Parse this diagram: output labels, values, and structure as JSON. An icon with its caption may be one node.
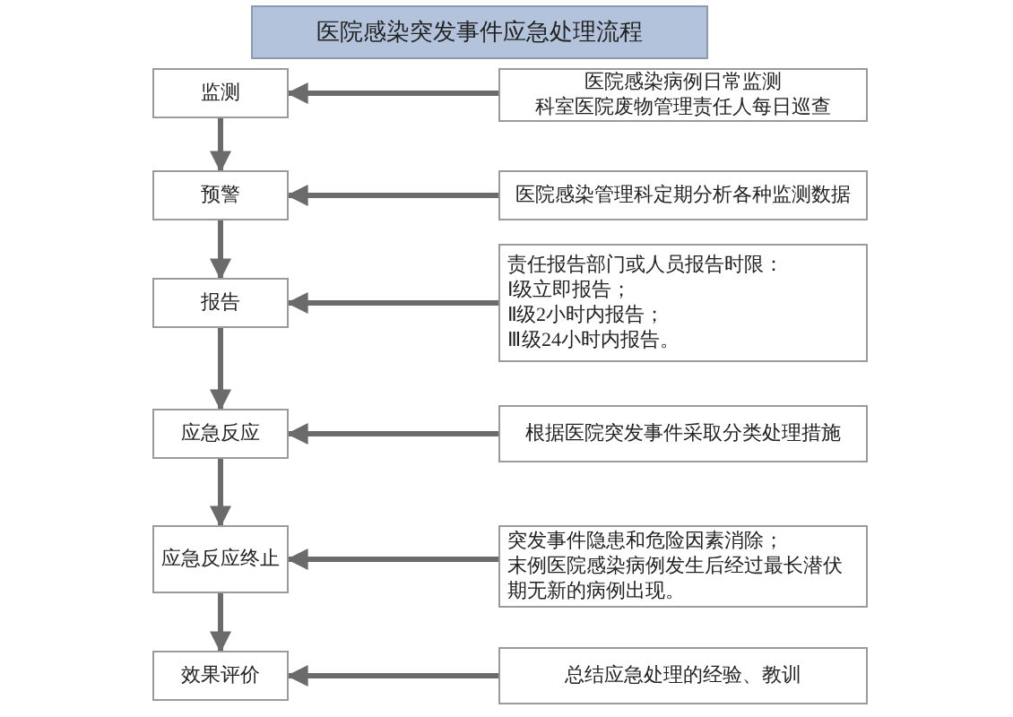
{
  "diagram": {
    "title": "医院感染突发事件应急处理流程",
    "nodes": [
      {
        "text": [
          "监测"
        ]
      },
      {
        "text": [
          "医院感染病例日常监测",
          "科室医院废物管理责任人每日巡查"
        ]
      },
      {
        "text": [
          "预警"
        ]
      },
      {
        "text": [
          "医院感染管理科定期分析各种监测数据"
        ]
      },
      {
        "text": [
          "报告"
        ]
      },
      {
        "text": [
          "责任报告部门或人员报告时限：",
          "Ⅰ级立即报告；",
          "Ⅱ级2小时内报告；",
          "Ⅲ级24小时内报告。"
        ]
      },
      {
        "text": [
          "应急反应"
        ]
      },
      {
        "text": [
          "根据医院突发事件采取分类处理措施"
        ]
      },
      {
        "text": [
          "应急反应终止"
        ]
      },
      {
        "text": [
          "突发事件隐患和危险因素消除；",
          "末例医院感染病例发生后经过最长潜伏期无新的病例出现。"
        ]
      },
      {
        "text": [
          "效果评价"
        ]
      },
      {
        "text": [
          "总结应急处理的经验、教训"
        ]
      }
    ],
    "edges": [
      {
        "from": 1,
        "to": 0,
        "arrow": "to"
      },
      {
        "from": 0,
        "to": 2,
        "arrow": "to"
      },
      {
        "from": 3,
        "to": 2,
        "arrow": "to"
      },
      {
        "from": 2,
        "to": 4,
        "arrow": "to"
      },
      {
        "from": 5,
        "to": 4,
        "arrow": "to"
      },
      {
        "from": 4,
        "to": 6,
        "arrow": "to"
      },
      {
        "from": 7,
        "to": 6,
        "arrow": "to"
      },
      {
        "from": 6,
        "to": 8,
        "arrow": "to"
      },
      {
        "from": 9,
        "to": 8,
        "arrow": "to"
      },
      {
        "from": 8,
        "to": 10,
        "arrow": "to"
      },
      {
        "from": 11,
        "to": 10,
        "arrow": "to"
      }
    ]
  }
}
